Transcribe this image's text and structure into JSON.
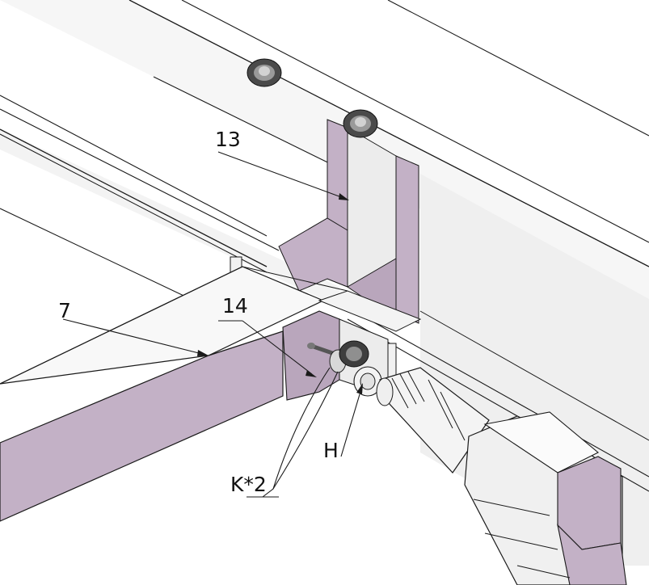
{
  "labels": {
    "part_13": "13",
    "part_7": "7",
    "part_14": "14",
    "part_h": "H",
    "part_k": "K*2"
  },
  "colors": {
    "panel": "#c3b1c6",
    "panel_dark": "#a994ad",
    "face": "#f1f1f1",
    "face_light": "#f8f8f8",
    "line": "#1a1a1a"
  }
}
